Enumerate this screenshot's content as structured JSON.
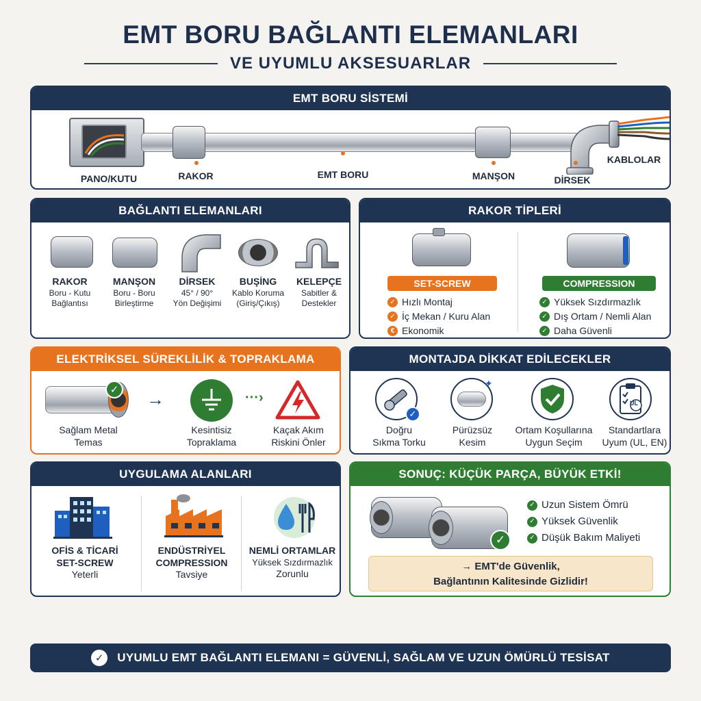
{
  "header": {
    "title": "EMT BORU BAĞLANTI ELEMANLARI",
    "subtitle": "VE UYUMLU AKSESUARLAR"
  },
  "system": {
    "title": "EMT BORU SİSTEMİ",
    "labels": {
      "pano": "PANO/KUTU",
      "rakor": "RAKOR",
      "boru": "EMT BORU",
      "manson": "MANŞON",
      "dirsek": "DİRSEK",
      "kablolar": "KABLOLAR"
    },
    "cable_colors": [
      "#e8731e",
      "#1f5fbf",
      "#2f7d32",
      "#8b5a2b",
      "#333333"
    ]
  },
  "connectors": {
    "title": "BAĞLANTI ELEMANLARI",
    "items": [
      {
        "name": "RAKOR",
        "l1": "Boru - Kutu",
        "l2": "Bağlantısı"
      },
      {
        "name": "MANŞON",
        "l1": "Boru - Boru",
        "l2": "Birleştirme"
      },
      {
        "name": "DİRSEK",
        "l1": "45° / 90°",
        "l2": "Yön Değişimi"
      },
      {
        "name": "BUŞİNG",
        "l1": "Kablo Koruma",
        "l2": "(Giriş/Çıkış)"
      },
      {
        "name": "KELEPÇE",
        "l1": "Sabitler &",
        "l2": "Destekler"
      }
    ]
  },
  "rakor_types": {
    "title": "RAKOR TİPLERİ",
    "setscrew": {
      "label": "SET-SCREW",
      "color": "#e8731e",
      "items": [
        "Hızlı Montaj",
        "İç Mekan / Kuru Alan",
        "Ekonomik"
      ],
      "markers": [
        "✓",
        "✓",
        "€"
      ]
    },
    "compression": {
      "label": "COMPRESSION",
      "color": "#2f7d32",
      "items": [
        "Yüksek Sızdırmazlık",
        "Dış Ortam / Nemli Alan",
        "Daha Güvenli"
      ],
      "markers": [
        "✓",
        "✓",
        "✓"
      ]
    }
  },
  "grounding": {
    "title": "ELEKTRİKSEL SÜREKLİLİK & TOPRAKLAMA",
    "items": [
      {
        "l1": "Sağlam Metal",
        "l2": "Temas"
      },
      {
        "l1": "Kesintisiz",
        "l2": "Topraklama"
      },
      {
        "l1": "Kaçak Akım",
        "l2": "Riskini Önler"
      }
    ],
    "arrow_solid": "→",
    "arrow_dashed": "···›"
  },
  "install": {
    "title": "MONTAJDA DİKKAT EDİLECEKLER",
    "items": [
      {
        "l1": "Doğru",
        "l2": "Sıkma Torku"
      },
      {
        "l1": "Pürüzsüz",
        "l2": "Kesim"
      },
      {
        "l1": "Ortam Koşullarına",
        "l2": "Uygun Seçim"
      },
      {
        "l1": "Standartlara",
        "l2": "Uyum (UL, EN)"
      }
    ],
    "ul_mark": "UL"
  },
  "applications": {
    "title": "UYGULAMA ALANLARI",
    "items": [
      {
        "l1": "OFİS & TİCARİ",
        "l2": "SET-SCREW",
        "l3": "Yeterli"
      },
      {
        "l1": "ENDÜSTRİYEL",
        "l2": "COMPRESSION",
        "l3": "Tavsiye"
      },
      {
        "l1": "NEMLİ ORTAMLAR",
        "l2": "Yüksek Sızdırmazlık",
        "l3": "Zorunlu"
      }
    ]
  },
  "result": {
    "title": "SONUÇ: KÜÇÜK PARÇA, BÜYÜK ETKİ!",
    "items": [
      "Uzun Sistem Ömrü",
      "Yüksek Güvenlik",
      "Düşük Bakım Maliyeti"
    ],
    "box_line1": "→  EMT'de Güvenlik,",
    "box_line2": "Bağlantının Kalitesinde Gizlidir!"
  },
  "footer": {
    "text": "UYUMLU EMT BAĞLANTI ELEMANI = GÜVENLİ, SAĞLAM VE UZUN ÖMÜRLÜ TESİSAT",
    "check": "✓"
  },
  "colors": {
    "navy": "#1e3452",
    "orange": "#e8731e",
    "green": "#2f7d32",
    "red": "#d62828",
    "blue": "#1f5fbf"
  }
}
